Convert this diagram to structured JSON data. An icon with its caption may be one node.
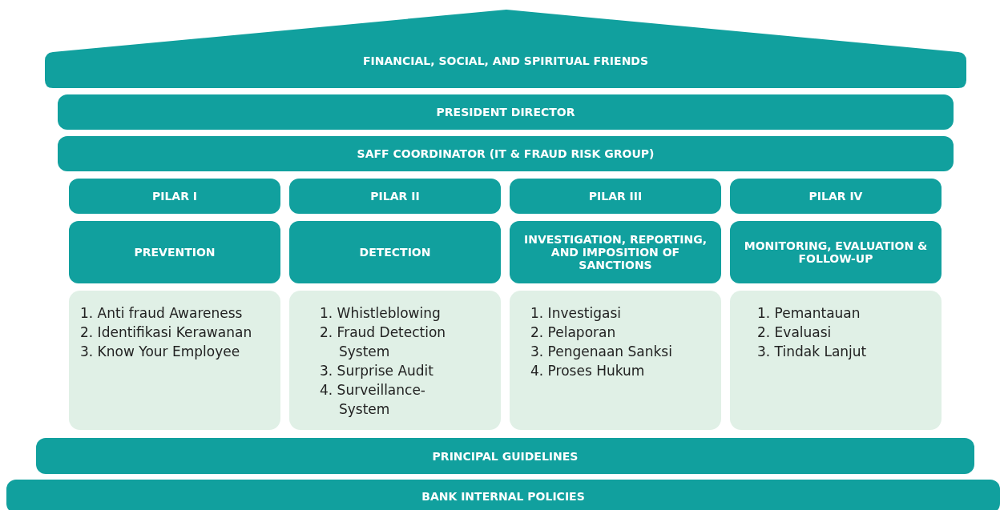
{
  "diagram": {
    "nodes": [
      {
        "text": [
          "FINANCIAL, SOCIAL, AND SPIRITUAL FRIENDS"
        ]
      },
      {
        "text": [
          "PRESIDENT DIRECTOR"
        ]
      },
      {
        "text": [
          "SAFF COORDINATOR (IT & FRAUD RISK GROUP)"
        ]
      },
      {
        "text": [
          "PILAR I"
        ]
      },
      {
        "text": [
          "PILAR II"
        ]
      },
      {
        "text": [
          "PILAR III"
        ]
      },
      {
        "text": [
          "PILAR IV"
        ]
      },
      {
        "text": [
          "PREVENTION"
        ]
      },
      {
        "text": [
          "DETECTION"
        ]
      },
      {
        "text": [
          "INVESTIGATION, REPORTING, AND IMPOSITION OF SANCTIONS"
        ]
      },
      {
        "text": [
          "MONITORING, EVALUATION & FOLLOW-UP"
        ]
      },
      {
        "text": [
          "1. Anti fraud Awareness",
          "2. Identifikasi Kerawanan",
          "3. Know Your Employee"
        ]
      },
      {
        "text": [
          "1. Whistleblowing",
          "2. Fraud Detection System",
          "3. Surprise Audit",
          "4. Surveillance- System"
        ]
      },
      {
        "text": [
          "1. Investigasi",
          "2. Pelaporan",
          "3. Pengenaan Sanksi",
          "4. Proses Hukum"
        ]
      },
      {
        "text": [
          "1. Pemantauan",
          "2. Evaluasi",
          "3. Tindak Lanjut"
        ]
      },
      {
        "text": [
          "PRINCIPAL GUIDELINES"
        ]
      },
      {
        "text": [
          "BANK INTERNAL POLICIES"
        ]
      }
    ]
  }
}
